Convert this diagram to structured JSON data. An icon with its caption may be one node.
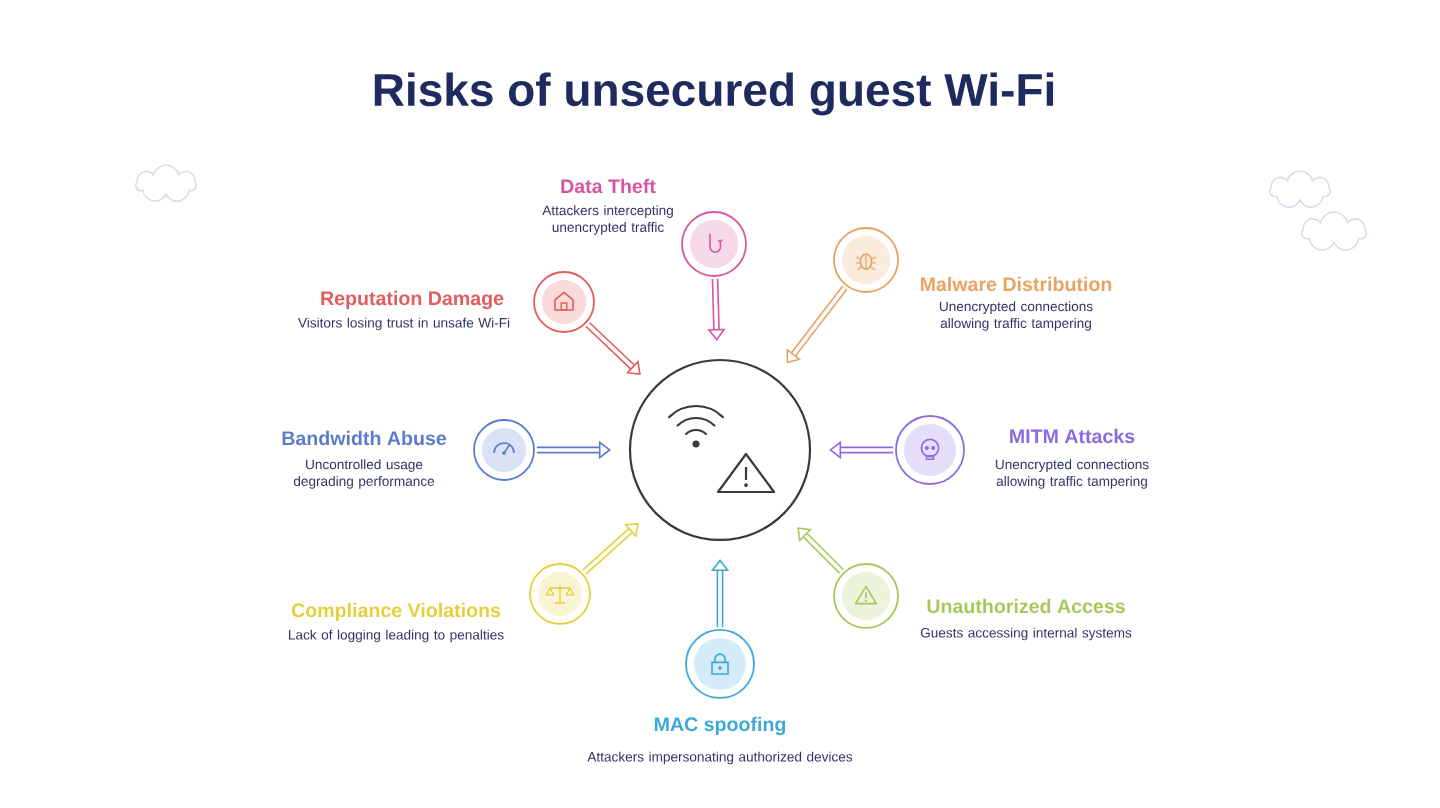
{
  "diagram": {
    "title": "Risks of unsecured guest Wi-Fi",
    "nodes": [
      {
        "text": [
          "Data Theft",
          "Attackers intercepting unencrypted traffic"
        ]
      },
      {
        "text": [
          "Reputation Damage",
          "Visitors losing trust in unsafe Wi-Fi"
        ]
      },
      {
        "text": [
          "Malware Distribution",
          "Unencrypted connections allowing traffic tampering"
        ]
      },
      {
        "text": [
          "Bandwidth Abuse",
          "Uncontrolled usage degrading performance"
        ]
      },
      {
        "text": [],
        "shape": "circle"
      },
      {
        "text": [
          "MITM Attacks",
          "Unencrypted connections allowing traffic tampering"
        ]
      },
      {
        "text": [
          "Compliance Violations",
          "Lack of logging leading to penalties"
        ]
      },
      {
        "text": [
          "Unauthorized Access",
          "Guests accessing internal systems"
        ]
      },
      {
        "text": [
          "MAC spoofing",
          "Attackers impersonating authorized devices"
        ]
      }
    ],
    "edges": [
      {
        "from": 0,
        "to": 4,
        "arrow": "to",
        "color": "#d9559f"
      },
      {
        "from": 1,
        "to": 4,
        "arrow": "to",
        "color": "#e25c5c"
      },
      {
        "from": 2,
        "to": 4,
        "arrow": "to",
        "color": "#e9a25f"
      },
      {
        "from": 3,
        "to": 4,
        "arrow": "to",
        "color": "#5c7bd0"
      },
      {
        "from": 5,
        "to": 4,
        "arrow": "to",
        "color": "#8b6be0"
      },
      {
        "from": 6,
        "to": 4,
        "arrow": "to",
        "color": "#e5cf3a"
      },
      {
        "from": 7,
        "to": 4,
        "arrow": "to",
        "color": "#a6c85a"
      },
      {
        "from": 8,
        "to": 4,
        "arrow": "to",
        "color": "#3aa9d9"
      }
    ]
  }
}
